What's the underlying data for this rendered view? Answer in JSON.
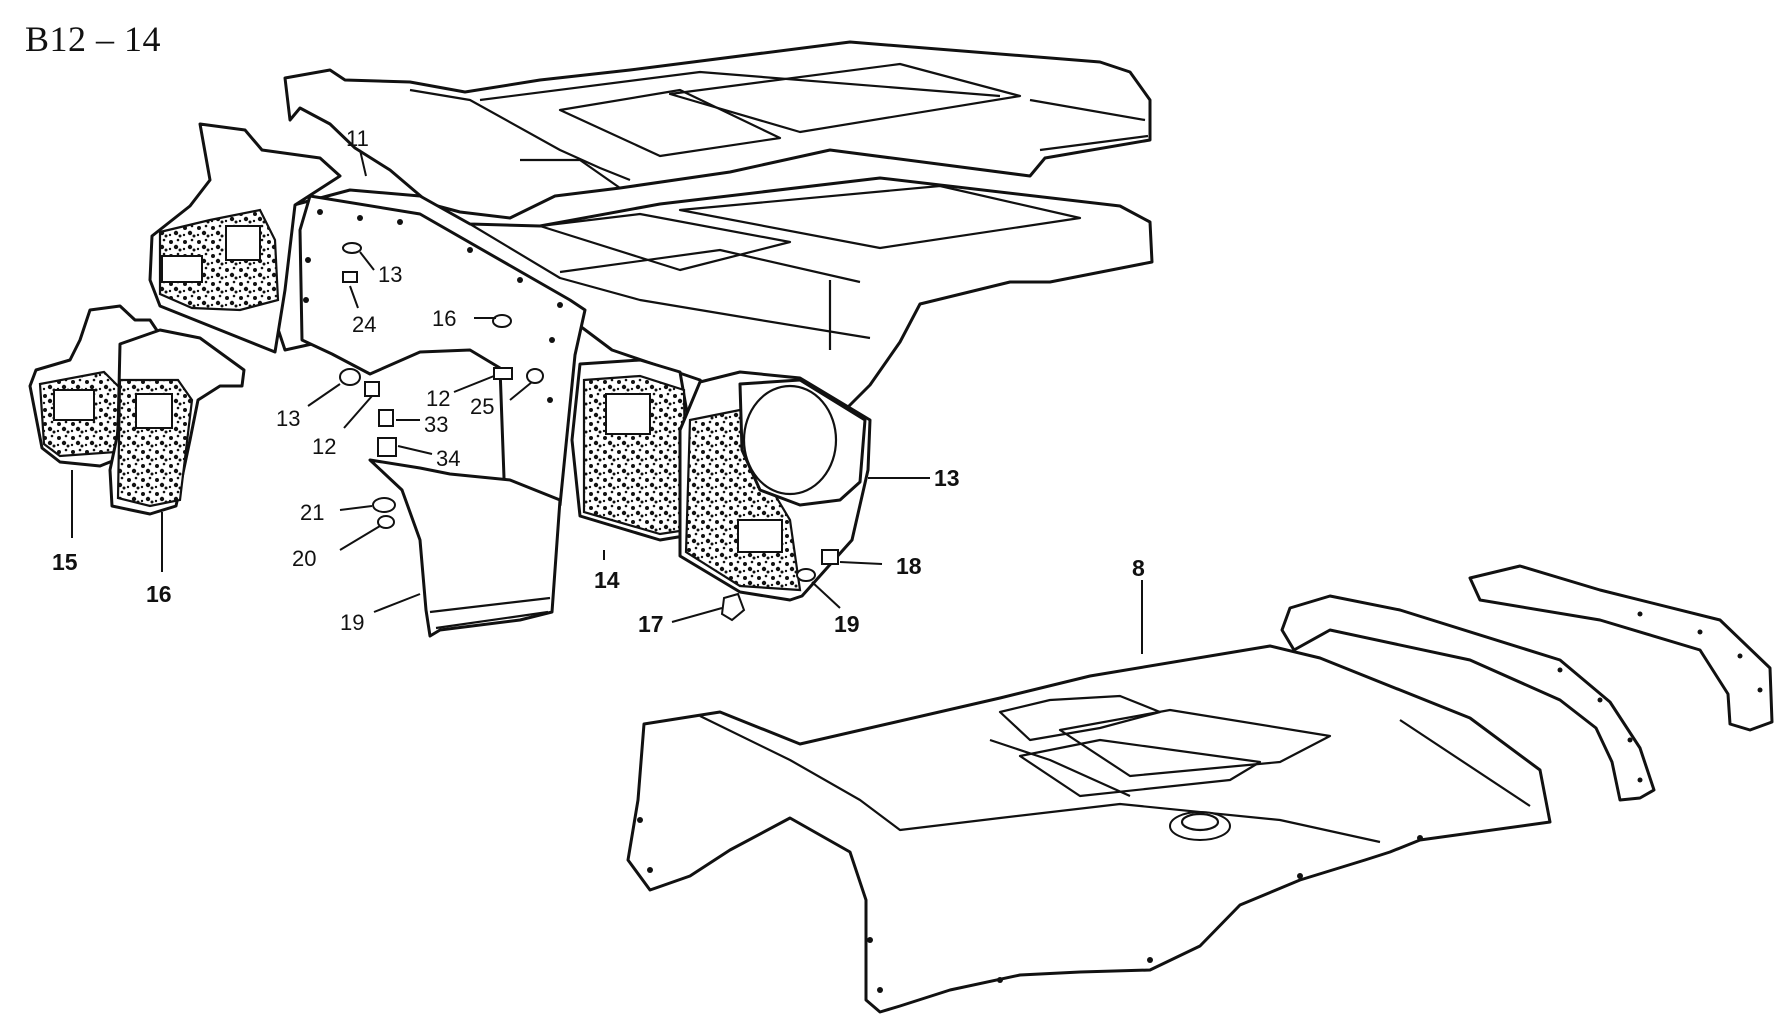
{
  "title": "B12 – 14",
  "labels": {
    "c11": "11",
    "c13a": "13",
    "c24": "24",
    "c16a": "16",
    "c13b": "13",
    "c12a": "12",
    "c12b": "12",
    "c25": "25",
    "c33": "33",
    "c34": "34",
    "c21": "21",
    "c20": "20",
    "c19a": "19",
    "c15": "15",
    "c16b": "16",
    "c14": "14",
    "c13c": "13",
    "c18": "18",
    "c19b": "19",
    "c17": "17",
    "c8": "8"
  },
  "colors": {
    "ink": "#111111",
    "paper": "#ffffff"
  }
}
